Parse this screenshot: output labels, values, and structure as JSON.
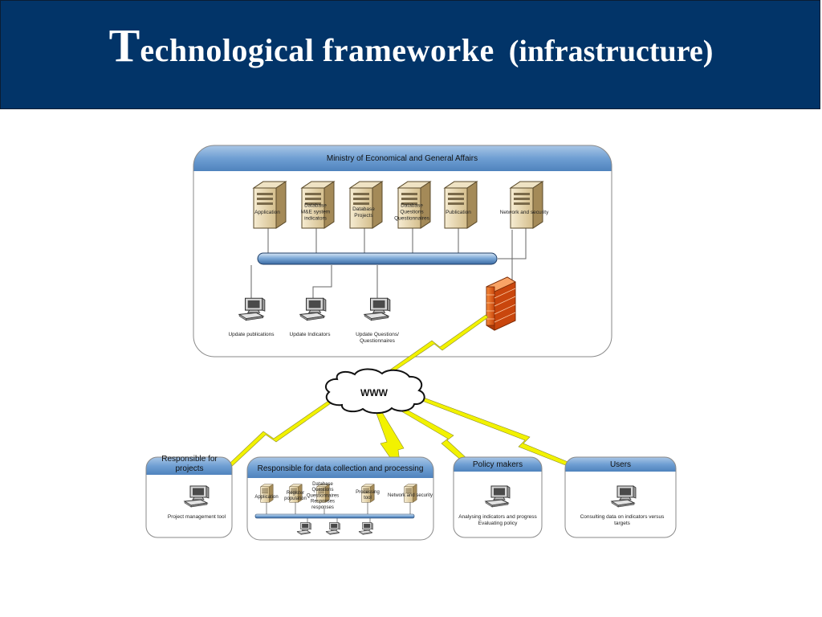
{
  "title": {
    "first_letter": "T",
    "rest": "echnological  frameworke",
    "paren": "(infrastructure)"
  },
  "ministry": {
    "header": "Ministry of Economical and General Affairs",
    "servers": [
      {
        "lines": [
          "Application"
        ]
      },
      {
        "lines": [
          "Database",
          "M&E system",
          "indicators"
        ]
      },
      {
        "lines": [
          "Database",
          "Projects"
        ]
      },
      {
        "lines": [
          "Database",
          "Questions",
          "Questionnaires"
        ]
      },
      {
        "lines": [
          "Publication"
        ]
      },
      {
        "lines": [
          "Network and security"
        ]
      }
    ],
    "workstations": [
      {
        "lines": [
          "Update publications"
        ]
      },
      {
        "lines": [
          "Update Indicators"
        ]
      },
      {
        "lines": [
          "Update Questions/",
          "Questionnaires"
        ]
      }
    ]
  },
  "cloud": {
    "label": "WWW"
  },
  "projects_panel": {
    "header_lines": [
      "Responsible for",
      "projects"
    ],
    "caption": "Project management tool"
  },
  "data_panel": {
    "header": "Responsible for data collection and processing",
    "servers": [
      {
        "lines": [
          "Application"
        ]
      },
      {
        "lines": [
          "Register",
          "population"
        ]
      },
      {
        "lines": [
          "Database",
          "Questions",
          "Questionnaires",
          "Responses",
          "responses"
        ]
      },
      {
        "lines": [
          "Processing",
          "tool"
        ]
      },
      {
        "lines": [
          "Network and security"
        ]
      }
    ]
  },
  "policy_panel": {
    "header": "Policy makers",
    "caption_lines": [
      "Analysing indicators and progress",
      "Evaluating policy"
    ]
  },
  "users_panel": {
    "header": "Users",
    "caption_lines": [
      "Consulting data on indicators versus",
      "targets"
    ]
  },
  "colors": {
    "title_bg": "#023468",
    "panel_header": "#5b8fc7",
    "lightning": "#f2f200",
    "firewall": "#e8621c"
  }
}
